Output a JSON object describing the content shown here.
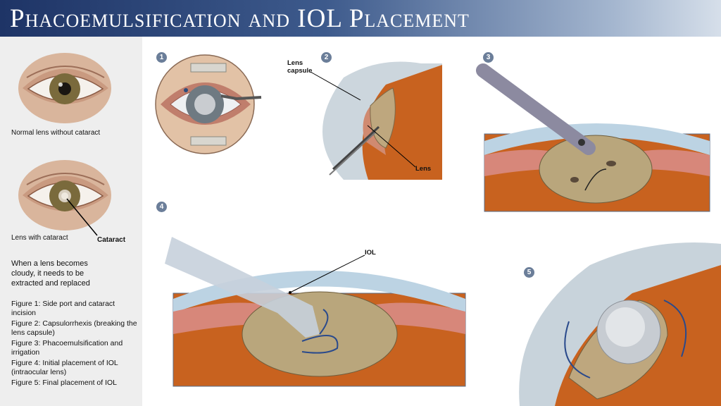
{
  "title": "Phacoemulsification and IOL Placement",
  "sidebar": {
    "normal_caption": "Normal lens without cataract",
    "cataract_caption": "Lens with cataract",
    "cataract_label": "Cataract",
    "note": "When a lens becomes cloudy, it needs to be extracted and replaced",
    "legend": [
      {
        "label": "Figure 1",
        "text": "Side port and cataract incision"
      },
      {
        "label": "Figure 2",
        "text": "Capsulorrhexis (breaking the lens capsule)"
      },
      {
        "label": "Figure 3",
        "text": "Phacoemulsification and irrigation"
      },
      {
        "label": "Figure 4",
        "text": "Initial placement of IOL (intraocular lens)"
      },
      {
        "label": "Figure 5",
        "text": "Final placement of IOL"
      }
    ]
  },
  "figures": {
    "f1": {
      "number": "1"
    },
    "f2": {
      "number": "2",
      "lens_capsule_label": "Lens capsule",
      "lens_label": "Lens"
    },
    "f3": {
      "number": "3"
    },
    "f4": {
      "number": "4",
      "iol_label": "IOL"
    },
    "f5": {
      "number": "5"
    }
  },
  "colors": {
    "header_dark": "#1e3466",
    "badge": "#6b7e99",
    "sidebar_bg": "#eeeeee"
  }
}
